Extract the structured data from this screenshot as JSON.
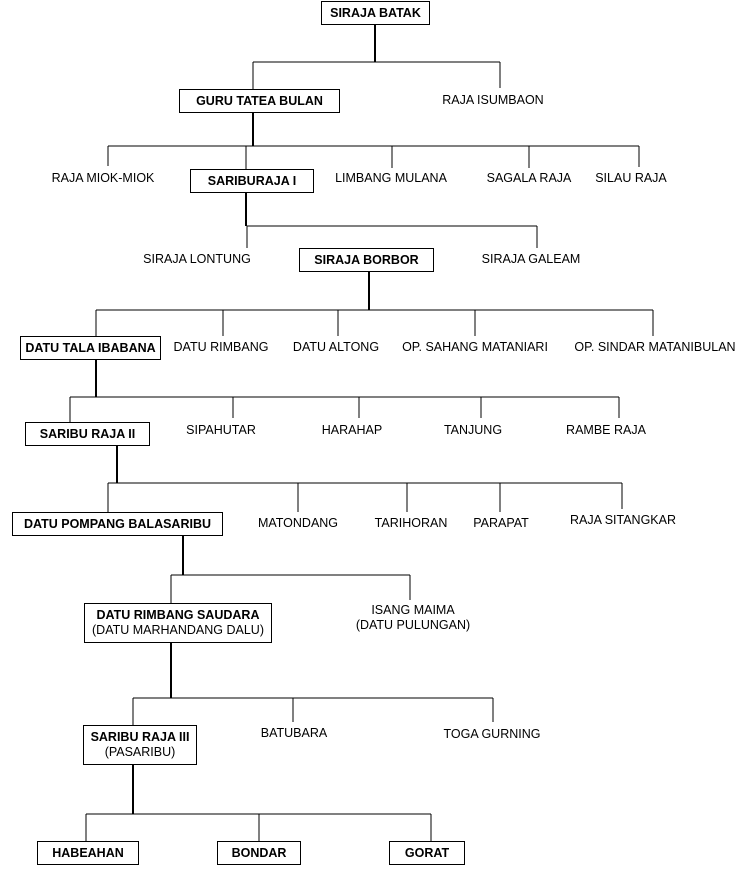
{
  "title": "",
  "colors": {
    "line": "#000000",
    "text": "#000000",
    "box_border": "#000000"
  },
  "nodes": {
    "siraja_batak": {
      "name": "SIRAJA BATAK"
    },
    "guru_tatea_bulan": {
      "name": "GURU TATEA BULAN"
    },
    "raja_isumbaon": {
      "name": "RAJA ISUMBAON"
    },
    "raja_miok_miok": {
      "name": "RAJA MIOK-MIOK"
    },
    "sariburaja_i": {
      "name": "SARIBURAJA  I"
    },
    "limbang_mulana": {
      "name": "LIMBANG MULANA"
    },
    "sagala_raja": {
      "name": "SAGALA RAJA"
    },
    "silau_raja": {
      "name": "SILAU RAJA"
    },
    "siraja_lontung": {
      "name": "SIRAJA LONTUNG"
    },
    "siraja_borbor": {
      "name": "SIRAJA BORBOR"
    },
    "siraja_galeam": {
      "name": "SIRAJA GALEAM"
    },
    "datu_tala_ibabana": {
      "name": "DATU TALA IBABANA"
    },
    "datu_rimbang": {
      "name": "DATU RIMBANG"
    },
    "datu_altong": {
      "name": "DATU ALTONG"
    },
    "op_sahang_mataniari": {
      "name": "OP. SAHANG MATANIARI"
    },
    "op_sindar_matanibulan": {
      "name": "OP. SINDAR MATANIBULAN"
    },
    "saribu_raja_ii": {
      "name": "SARIBU RAJA  II"
    },
    "sipahutar": {
      "name": "SIPAHUTAR"
    },
    "harahap": {
      "name": "HARAHAP"
    },
    "tanjung": {
      "name": "TANJUNG"
    },
    "rambe_raja": {
      "name": "RAMBE RAJA"
    },
    "datu_pompang_balasaribu": {
      "name": "DATU POMPANG BALASARIBU"
    },
    "matondang": {
      "name": "MATONDANG"
    },
    "tarihoran": {
      "name": "TARIHORAN"
    },
    "parapat": {
      "name": "PARAPAT"
    },
    "raja_sitangkar": {
      "name": "RAJA SITANGKAR"
    },
    "datu_rimbang_saudara": {
      "name": "DATU RIMBANG SAUDARA",
      "alias": "(DATU MARHANDANG DALU)"
    },
    "isang_maima": {
      "name": "ISANG MAIMA",
      "alias": "(DATU PULUNGAN)"
    },
    "saribu_raja_iii": {
      "name": "SARIBU RAJA III",
      "alias": "(PASARIBU)"
    },
    "batubara": {
      "name": "BATUBARA"
    },
    "toga_gurning": {
      "name": "TOGA GURNING"
    },
    "habeahan": {
      "name": "HABEAHAN"
    },
    "bondar": {
      "name": "BONDAR"
    },
    "gorat": {
      "name": "GORAT"
    }
  }
}
